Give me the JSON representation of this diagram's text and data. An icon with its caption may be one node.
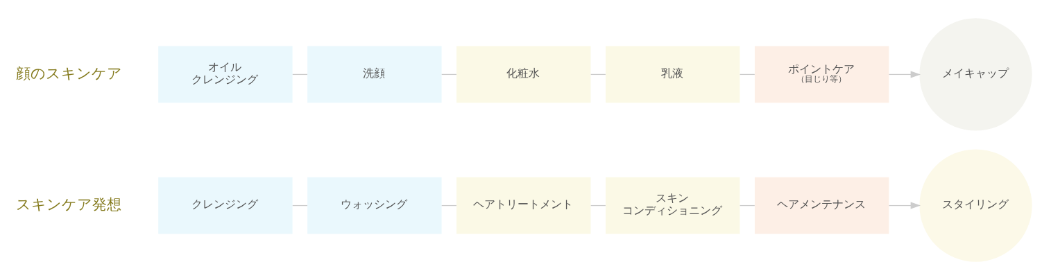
{
  "diagram": {
    "nodes": [
      {
        "text": [
          "オイルクレンジング"
        ]
      },
      {
        "text": [
          "洗顔"
        ]
      },
      {
        "text": [
          "化粧水"
        ]
      },
      {
        "text": [
          "乳液"
        ]
      },
      {
        "text": [
          "ポイントケア",
          "（目じり等）"
        ]
      },
      {
        "text": [
          "メイキャップ"
        ]
      },
      {
        "text": [
          "クレンジング"
        ]
      },
      {
        "text": [
          "ウォッシング"
        ]
      },
      {
        "text": [
          "ヘアトリートメント"
        ]
      },
      {
        "text": [
          "スキンコンディショニング"
        ]
      },
      {
        "text": [
          "ヘアメンテナンス"
        ]
      },
      {
        "text": [
          "スタイリング"
        ]
      }
    ],
    "edges": [
      {
        "from": 0,
        "to": 1,
        "arrow": "none"
      },
      {
        "from": 1,
        "to": 2,
        "arrow": "none"
      },
      {
        "from": 2,
        "to": 3,
        "arrow": "none"
      },
      {
        "from": 3,
        "to": 4,
        "arrow": "none"
      },
      {
        "from": 4,
        "to": 5,
        "arrow": "to"
      },
      {
        "from": 6,
        "to": 7,
        "arrow": "none"
      },
      {
        "from": 7,
        "to": 8,
        "arrow": "none"
      },
      {
        "from": 8,
        "to": 9,
        "arrow": "none"
      },
      {
        "from": 9,
        "to": 10,
        "arrow": "none"
      },
      {
        "from": 10,
        "to": 11,
        "arrow": "to"
      }
    ],
    "labels": [
      "顔のスキンケア",
      "スキンケア発想"
    ]
  }
}
